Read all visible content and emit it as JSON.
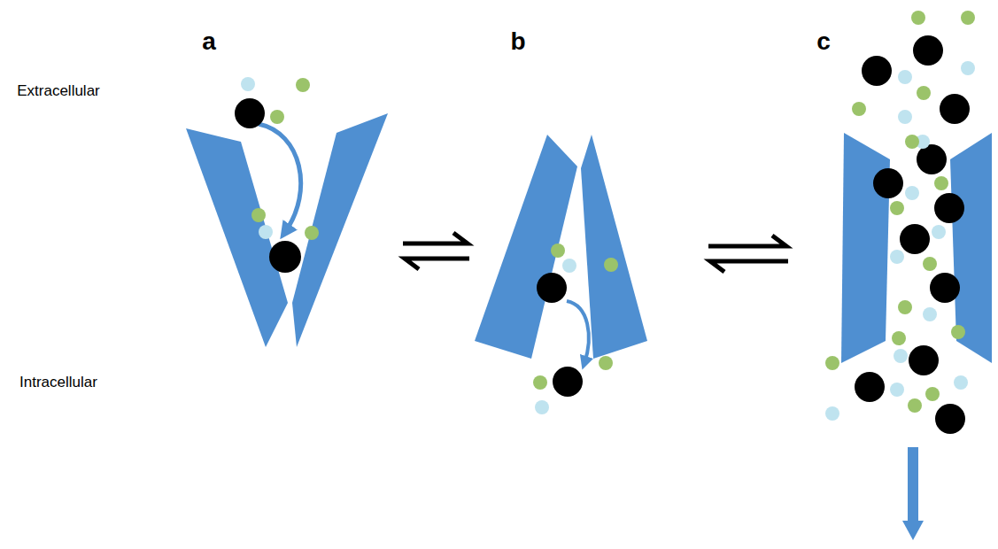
{
  "diagram": {
    "labels": [
      "a",
      "b",
      "c",
      "Extracellular",
      "Intracellular"
    ]
  }
}
